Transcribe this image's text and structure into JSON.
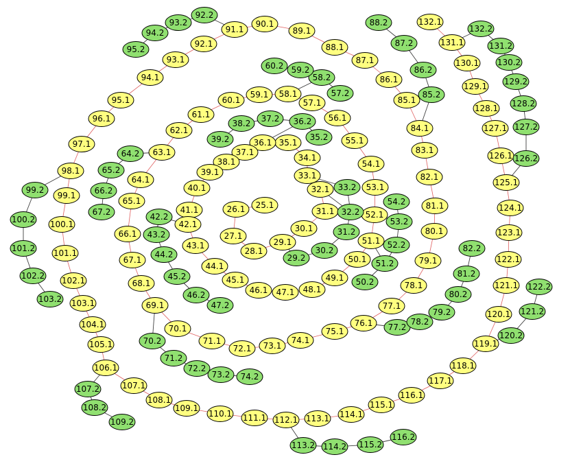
{
  "diagram": {
    "type": "node-link graph",
    "colors": {
      "series1_fill": "#ffff80",
      "series2_fill": "#90e070",
      "edge_red": "#e06060",
      "edge_dark": "#404040",
      "node_stroke": "#000000"
    },
    "nodes": [
      {
        "id": "25.1"
      },
      {
        "id": "26.1"
      },
      {
        "id": "27.1"
      },
      {
        "id": "28.1"
      },
      {
        "id": "29.1"
      },
      {
        "id": "30.1"
      },
      {
        "id": "31.1"
      },
      {
        "id": "32.1"
      },
      {
        "id": "33.1"
      },
      {
        "id": "34.1"
      },
      {
        "id": "35.1"
      },
      {
        "id": "36.1"
      },
      {
        "id": "37.1"
      },
      {
        "id": "38.1"
      },
      {
        "id": "39.1"
      },
      {
        "id": "40.1"
      },
      {
        "id": "41.1"
      },
      {
        "id": "42.1"
      },
      {
        "id": "43.1"
      },
      {
        "id": "44.1"
      },
      {
        "id": "45.1"
      },
      {
        "id": "46.1"
      },
      {
        "id": "47.1"
      },
      {
        "id": "48.1"
      },
      {
        "id": "49.1"
      },
      {
        "id": "50.1"
      },
      {
        "id": "51.1"
      },
      {
        "id": "52.1"
      },
      {
        "id": "53.1"
      },
      {
        "id": "54.1"
      },
      {
        "id": "55.1"
      },
      {
        "id": "56.1"
      },
      {
        "id": "57.1"
      },
      {
        "id": "58.1"
      },
      {
        "id": "59.1"
      },
      {
        "id": "60.1"
      },
      {
        "id": "61.1"
      },
      {
        "id": "62.1"
      },
      {
        "id": "63.1"
      },
      {
        "id": "64.1"
      },
      {
        "id": "65.1"
      },
      {
        "id": "66.1"
      },
      {
        "id": "67.1"
      },
      {
        "id": "68.1"
      },
      {
        "id": "69.1"
      },
      {
        "id": "70.1"
      },
      {
        "id": "71.1"
      },
      {
        "id": "72.1"
      },
      {
        "id": "73.1"
      },
      {
        "id": "74.1"
      },
      {
        "id": "75.1"
      },
      {
        "id": "76.1"
      },
      {
        "id": "77.1"
      },
      {
        "id": "78.1"
      },
      {
        "id": "79.1"
      },
      {
        "id": "80.1"
      },
      {
        "id": "81.1"
      },
      {
        "id": "82.1"
      },
      {
        "id": "83.1"
      },
      {
        "id": "84.1"
      },
      {
        "id": "85.1"
      },
      {
        "id": "86.1"
      },
      {
        "id": "87.1"
      },
      {
        "id": "88.1"
      },
      {
        "id": "89.1"
      },
      {
        "id": "90.1"
      },
      {
        "id": "91.1"
      },
      {
        "id": "92.1"
      },
      {
        "id": "93.1"
      },
      {
        "id": "94.1"
      },
      {
        "id": "95.1"
      },
      {
        "id": "96.1"
      },
      {
        "id": "97.1"
      },
      {
        "id": "98.1"
      },
      {
        "id": "99.1"
      },
      {
        "id": "100.1"
      },
      {
        "id": "101.1"
      },
      {
        "id": "102.1"
      },
      {
        "id": "103.1"
      },
      {
        "id": "104.1"
      },
      {
        "id": "105.1"
      },
      {
        "id": "106.1"
      },
      {
        "id": "107.1"
      },
      {
        "id": "108.1"
      },
      {
        "id": "109.1"
      },
      {
        "id": "110.1"
      },
      {
        "id": "111.1"
      },
      {
        "id": "112.1"
      },
      {
        "id": "113.1"
      },
      {
        "id": "114.1"
      },
      {
        "id": "115.1"
      },
      {
        "id": "116.1"
      },
      {
        "id": "117.1"
      },
      {
        "id": "118.1"
      },
      {
        "id": "119.1"
      },
      {
        "id": "120.1"
      },
      {
        "id": "121.1"
      },
      {
        "id": "122.1"
      },
      {
        "id": "123.1"
      },
      {
        "id": "124.1"
      },
      {
        "id": "125.1"
      },
      {
        "id": "126.1"
      },
      {
        "id": "127.1"
      },
      {
        "id": "128.1"
      },
      {
        "id": "129.1"
      },
      {
        "id": "130.1"
      },
      {
        "id": "131.1"
      },
      {
        "id": "132.1"
      },
      {
        "id": "29.2"
      },
      {
        "id": "30.2"
      },
      {
        "id": "31.2"
      },
      {
        "id": "32.2"
      },
      {
        "id": "33.2"
      },
      {
        "id": "35.2"
      },
      {
        "id": "36.2"
      },
      {
        "id": "37.2"
      },
      {
        "id": "38.2"
      },
      {
        "id": "39.2"
      },
      {
        "id": "42.2"
      },
      {
        "id": "43.2"
      },
      {
        "id": "44.2"
      },
      {
        "id": "45.2"
      },
      {
        "id": "46.2"
      },
      {
        "id": "47.2"
      },
      {
        "id": "50.2"
      },
      {
        "id": "51.2"
      },
      {
        "id": "52.2"
      },
      {
        "id": "53.2"
      },
      {
        "id": "54.2"
      },
      {
        "id": "57.2"
      },
      {
        "id": "58.2"
      },
      {
        "id": "59.2"
      },
      {
        "id": "60.2"
      },
      {
        "id": "64.2"
      },
      {
        "id": "65.2"
      },
      {
        "id": "66.2"
      },
      {
        "id": "67.2"
      },
      {
        "id": "70.2"
      },
      {
        "id": "71.2"
      },
      {
        "id": "72.2"
      },
      {
        "id": "73.2"
      },
      {
        "id": "74.2"
      },
      {
        "id": "77.2"
      },
      {
        "id": "78.2"
      },
      {
        "id": "79.2"
      },
      {
        "id": "80.2"
      },
      {
        "id": "81.2"
      },
      {
        "id": "82.2"
      },
      {
        "id": "85.2"
      },
      {
        "id": "86.2"
      },
      {
        "id": "87.2"
      },
      {
        "id": "88.2"
      },
      {
        "id": "92.2"
      },
      {
        "id": "93.2"
      },
      {
        "id": "94.2"
      },
      {
        "id": "95.2"
      },
      {
        "id": "99.2"
      },
      {
        "id": "100.2"
      },
      {
        "id": "101.2"
      },
      {
        "id": "102.2"
      },
      {
        "id": "103.2"
      },
      {
        "id": "107.2"
      },
      {
        "id": "108.2"
      },
      {
        "id": "109.2"
      },
      {
        "id": "113.2"
      },
      {
        "id": "114.2"
      },
      {
        "id": "115.2"
      },
      {
        "id": "116.2"
      },
      {
        "id": "120.2"
      },
      {
        "id": "121.2"
      },
      {
        "id": "122.2"
      },
      {
        "id": "126.2"
      },
      {
        "id": "127.2"
      },
      {
        "id": "128.2"
      },
      {
        "id": "129.2"
      },
      {
        "id": "130.2"
      },
      {
        "id": "131.2"
      },
      {
        "id": "132.2"
      }
    ]
  }
}
